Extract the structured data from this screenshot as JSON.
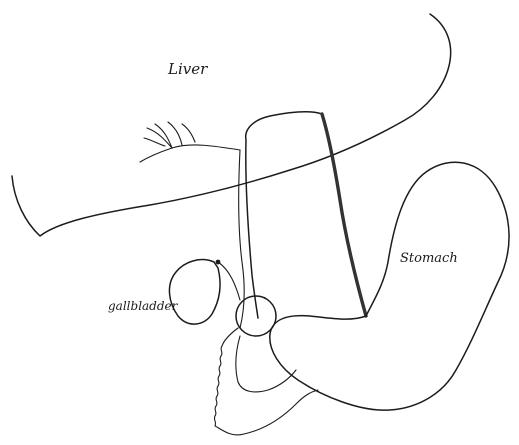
{
  "figure": {
    "labels": {
      "liver": "Liver",
      "stomach": "Stomach",
      "gallbladder": "gallbladder"
    },
    "colors": {
      "background": "#ffffff",
      "ink": "#1c1c1c",
      "heavy_ink": "#333333"
    }
  }
}
